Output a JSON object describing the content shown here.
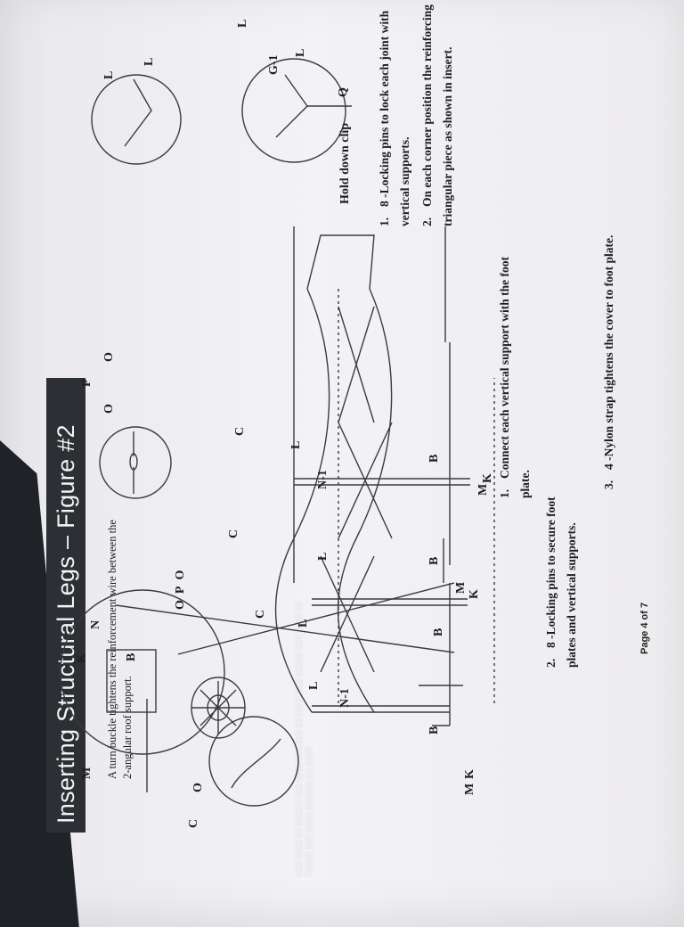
{
  "page": {
    "title": "Inserting Structural Legs – Figure #2",
    "turnbuckle_note": "A turn buckle tightens the reinforcement wire between the 2-angular roof support.",
    "page_number": "Page 4 of 7",
    "hold_down_label": "Hold down clip",
    "parts": {
      "B": "B",
      "C": "C",
      "K": "K",
      "L": "L",
      "M": "M",
      "N": "N",
      "N1": "N-1",
      "O": "O",
      "P": "P",
      "Q": "Q",
      "G1": "G-1"
    },
    "steps_left": [
      {
        "num": "1.",
        "text": "Connect each vertical support with the foot plate."
      },
      {
        "num": "2.",
        "text": "8 -Locking pins to secure foot plates and vertical supports."
      },
      {
        "num": "3.",
        "text": "4 -Nylon strap tightens the cover to foot plate."
      }
    ],
    "steps_right": [
      {
        "num": "1.",
        "text": "8 -Locking pins to lock each joint with vertical supports."
      },
      {
        "num": "2.",
        "text": "On each corner position the reinforcing triangular piece as shown in insert."
      }
    ]
  }
}
